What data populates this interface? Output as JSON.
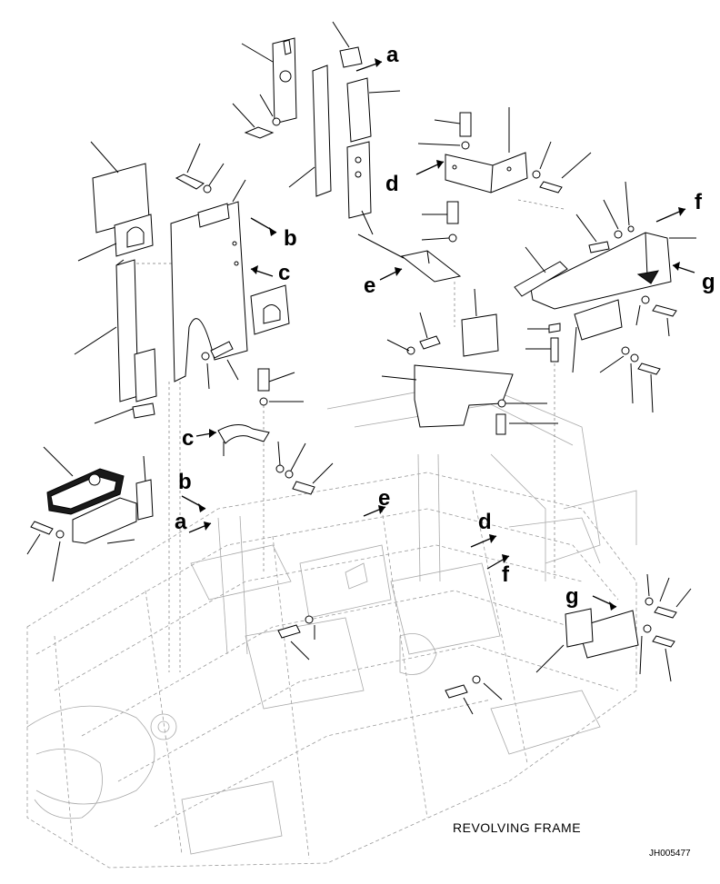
{
  "diagram": {
    "callouts": [
      "a",
      "b",
      "c",
      "d",
      "e",
      "f",
      "g"
    ],
    "frame_label": "REVOLVING FRAME",
    "drawing_code": "JH005477"
  }
}
